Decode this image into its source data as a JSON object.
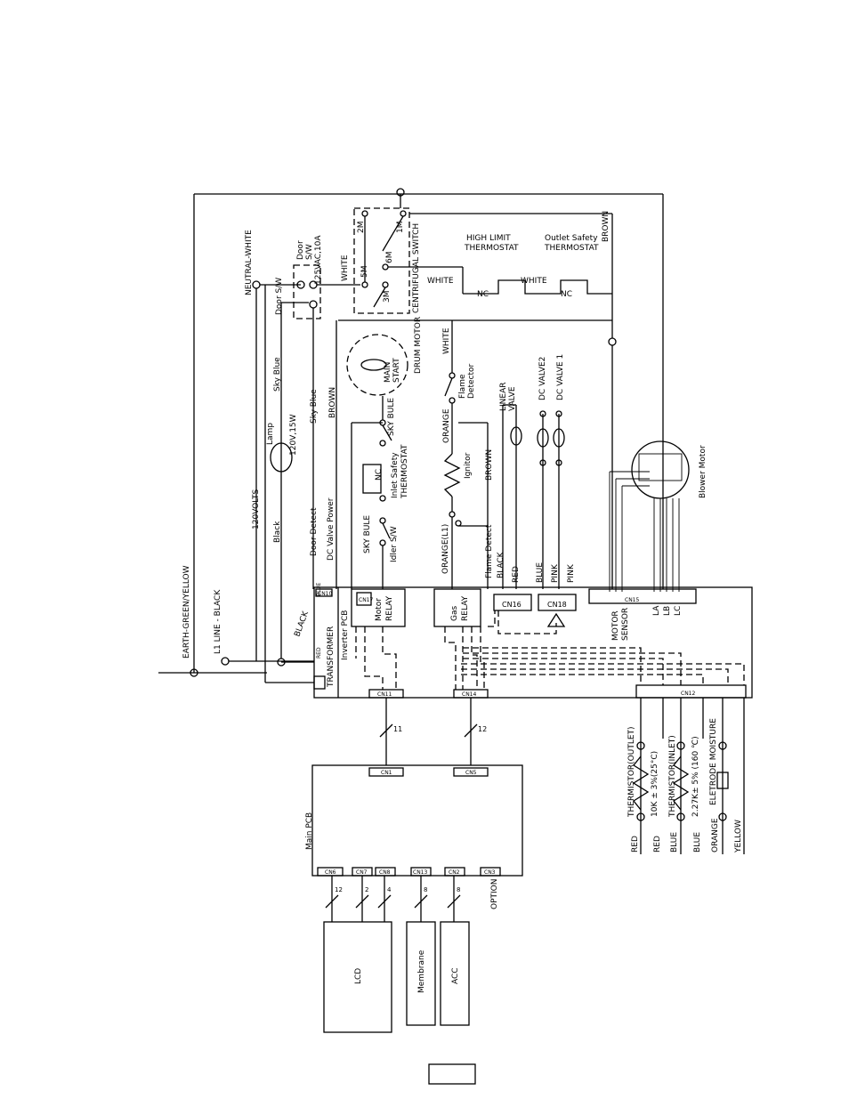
{
  "diagram": {
    "labels": {
      "earth": "EARTH-GREEN/YELLOW",
      "l1": "L1 LINE - BLACK",
      "neutral": "NEUTRAL-WHITE",
      "volts": "120VOLTS",
      "black1": "Black",
      "black2": "BLACK",
      "door_detect": "Door Detect",
      "dc_valve_power": "DC Valve Power",
      "sky_blue1": "Sky Blue",
      "sky_blue2": "Sky Blue",
      "lamp": "Lamp",
      "lamp_rating": "120V,15W",
      "door_sw": "Door S/W",
      "door_sw2_a": "Door",
      "door_sw2_b": "S/W",
      "door_rating": "125VAC,10A",
      "white1": "WHITE",
      "brown1": "BROWN",
      "sky_bule1": "SKY BULE",
      "sky_bule2": "SKY BULE",
      "idler_sw": "Idler S/W",
      "inlet_safety_a": "Inlet Safety",
      "inlet_safety_b": "THERMOSTAT",
      "nc1": "NC",
      "main": "MAIN",
      "start": "START",
      "drum_motor": "DRUM MOTOR",
      "centrifugal": "CENTRIFUGAL SWITCH",
      "c5m": "5M",
      "c3m": "3M",
      "c2m": "2M",
      "c6m": "6M",
      "c1m": "1M",
      "white2": "WHITE",
      "white3": "WHITE",
      "white4": "WHITE",
      "nc2": "NC",
      "nc3": "NC",
      "high_limit_a": "HIGH LIMIT",
      "high_limit_b": "THERMOSTAT",
      "outlet_safety_a": "Outlet Safety",
      "outlet_safety_b": "THERMOSTAT",
      "brown2": "BROWN",
      "flame_detector_a": "Flame",
      "flame_detector_b": "Detector",
      "orange1": "ORANGE",
      "ignitor": "Ignitor",
      "orange_l1": "ORANGE(L1)",
      "brown3": "BROWN",
      "flame_detect": "Flame Detect",
      "linear_valve_a": "LINEAR",
      "linear_valve_b": "VALVE",
      "dc_valve2": "DC VALVE2",
      "dc_valve1": "DC VALVE 1",
      "black3": "BLACK",
      "red1": "RED",
      "blue1": "BLUE",
      "pink1": "PINK",
      "pink2": "PINK",
      "blower_motor": "Blower Motor",
      "transformer": "TRANSFORMER",
      "inverter_pcb": "Inverter PCB",
      "motor_relay_a": "Motor",
      "motor_relay_b": "RELAY",
      "gas_relay_a": "Gas",
      "gas_relay_b": "RELAY",
      "cn16": "CN16",
      "cn18": "CN18",
      "cn15": "CN15",
      "cn12": "CN12",
      "cn11": "CN11",
      "cn14": "CN14",
      "cn17": "CN17",
      "cn10": "CN10",
      "motor_sensor_a": "MOTOR",
      "motor_sensor_b": "SENSOR",
      "la": "LA",
      "lb": "LB",
      "lc": "LC",
      "red_small": "RED",
      "blue_small": "BLUE",
      "thermistor_outlet": "THERMISTOR(OUTLET)",
      "thermistor_outlet_val": "10K ± 3%(25°C)",
      "thermistor_inlet": "THERMISTOR(INLET)",
      "thermistor_inlet_val": "2.27K± 5% (160 ℃)",
      "eletrode": "ELETRODE MOISTURE",
      "red2": "RED",
      "red3": "RED",
      "blue2": "BLUE",
      "blue3": "BLUE",
      "orange2": "ORANGE",
      "yellow1": "YELLOW",
      "bus11": "11",
      "bus12": "12",
      "main_pcb": "Main PCB",
      "cn1": "CN1",
      "cn5": "CN5",
      "cn6": "CN6",
      "cn7": "CN7",
      "cn8": "CN8",
      "cn13": "CN13",
      "cn3": "CN3",
      "cn2": "CN2",
      "option": "OPTION",
      "b12": "12",
      "b2": "2",
      "b4": "4",
      "b8a": "8",
      "b8b": "8",
      "lcd": "LCD",
      "membrane": "Membrane",
      "acc": "ACC"
    }
  }
}
